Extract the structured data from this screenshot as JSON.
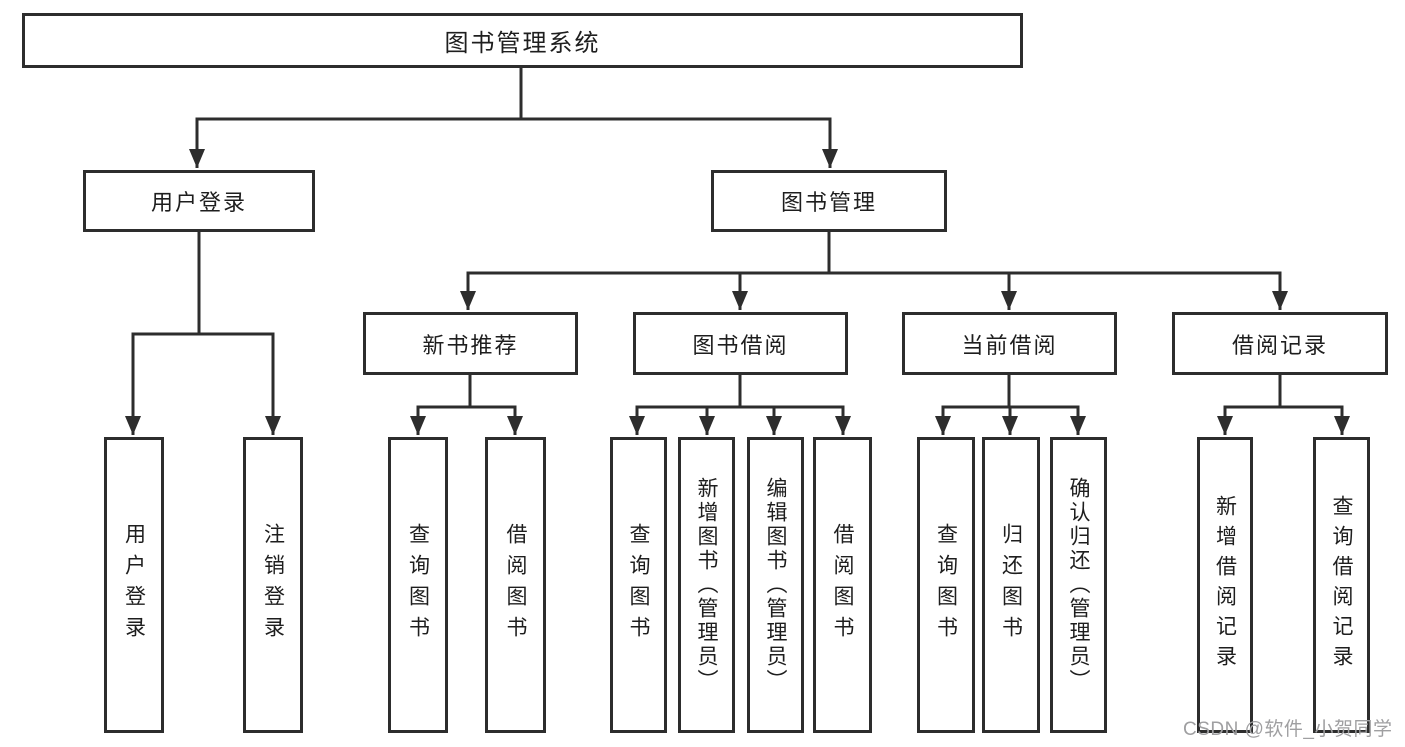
{
  "diagram": {
    "root": {
      "label": "图书管理系统"
    },
    "branches": [
      {
        "label": "用户登录",
        "children": [
          {
            "label": "用户登录"
          },
          {
            "label": "注销登录"
          }
        ]
      },
      {
        "label": "图书管理",
        "children": [
          {
            "label": "新书推荐",
            "children": [
              {
                "label": "查询图书"
              },
              {
                "label": "借阅图书"
              }
            ]
          },
          {
            "label": "图书借阅",
            "children": [
              {
                "label": "查询图书"
              },
              {
                "label": "新增图书（管理员）"
              },
              {
                "label": "编辑图书（管理员）"
              },
              {
                "label": "借阅图书"
              }
            ]
          },
          {
            "label": "当前借阅",
            "children": [
              {
                "label": "查询图书"
              },
              {
                "label": "归还图书"
              },
              {
                "label": "确认归还（管理员）"
              }
            ]
          },
          {
            "label": "借阅记录",
            "children": [
              {
                "label": "新增借阅记录"
              },
              {
                "label": "查询借阅记录"
              }
            ]
          }
        ]
      }
    ]
  },
  "colors": {
    "line": "#2d2d2d",
    "node_border": "#2d2d2d",
    "node_fill": "#ffffff",
    "text": "#1e1e1e",
    "watermark": "#9f9fa1"
  },
  "watermark": {
    "text": "CSDN @软件_小贺同学"
  }
}
